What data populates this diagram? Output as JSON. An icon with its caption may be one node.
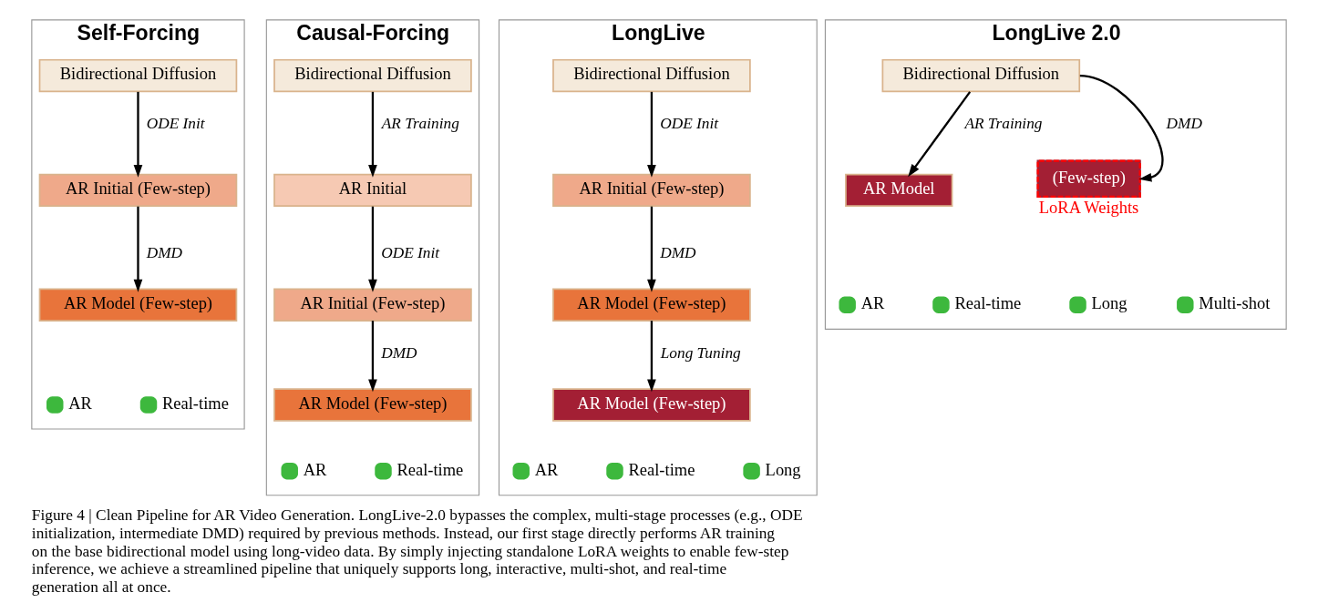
{
  "diagram": {
    "caption": "Figure 4 | Clean Pipeline for AR Video Generation. LongLive-2.0 bypasses the complex, multi-stage processes (e.g., ODE initialization, intermediate DMD) required by previous methods. Instead, our first stage directly performs AR training on the base bidirectional model using long-video data. By simply injecting standalone LoRA weights to enable few-step inference, we achieve a streamlined pipeline that uniquely supports long, interactive, multi-shot, and real-time generation all at once.",
    "nodes": [
      {
        "text": [
          "Self-Forcing"
        ]
      },
      {
        "text": [
          "Bidirectional Diffusion"
        ],
        "in": 0
      },
      {
        "text": [
          "AR Initial (Few-step)"
        ],
        "in": 0
      },
      {
        "text": [
          "AR Model (Few-step)"
        ],
        "in": 0
      },
      {
        "text": [
          "Causal-Forcing"
        ]
      },
      {
        "text": [
          "Bidirectional Diffusion"
        ],
        "in": 4
      },
      {
        "text": [
          "AR Initial"
        ],
        "in": 4
      },
      {
        "text": [
          "AR Initial (Few-step)"
        ],
        "in": 4
      },
      {
        "text": [
          "AR Model (Few-step)"
        ],
        "in": 4
      },
      {
        "text": [
          "LongLive"
        ]
      },
      {
        "text": [
          "Bidirectional Diffusion"
        ],
        "in": 9
      },
      {
        "text": [
          "AR Initial (Few-step)"
        ],
        "in": 9
      },
      {
        "text": [
          "AR Model (Few-step)"
        ],
        "in": 9
      },
      {
        "text": [
          "AR Model (Few-step)"
        ],
        "in": 9
      },
      {
        "text": [
          "LongLive 2.0"
        ]
      },
      {
        "text": [
          "Bidirectional Diffusion"
        ],
        "in": 14
      },
      {
        "text": [
          "AR Model"
        ],
        "in": 14
      },
      {
        "text": [
          "(Few-step)"
        ],
        "in": 14,
        "beside": [
          "LoRA Weights"
        ]
      }
    ],
    "edges": [
      {
        "from": 1,
        "to": 2,
        "arrow": "to",
        "label": "ODE Init"
      },
      {
        "from": 2,
        "to": 3,
        "arrow": "to",
        "label": "DMD"
      },
      {
        "from": 5,
        "to": 6,
        "arrow": "to",
        "label": "AR Training"
      },
      {
        "from": 6,
        "to": 7,
        "arrow": "to",
        "label": "ODE Init"
      },
      {
        "from": 7,
        "to": 8,
        "arrow": "to",
        "label": "DMD"
      },
      {
        "from": 10,
        "to": 11,
        "arrow": "to",
        "label": "ODE Init"
      },
      {
        "from": 11,
        "to": 12,
        "arrow": "to",
        "label": "DMD"
      },
      {
        "from": 12,
        "to": 13,
        "arrow": "to",
        "label": "Long Tuning"
      },
      {
        "from": 15,
        "to": 16,
        "arrow": "to",
        "label": "AR Training"
      },
      {
        "from": 15,
        "to": 17,
        "arrow": "to",
        "label": "DMD"
      }
    ],
    "labels": [
      "AR",
      "Real-time",
      "AR",
      "Real-time",
      "AR",
      "Real-time",
      "Long",
      "AR",
      "Real-time",
      "Long",
      "Multi-shot"
    ]
  }
}
